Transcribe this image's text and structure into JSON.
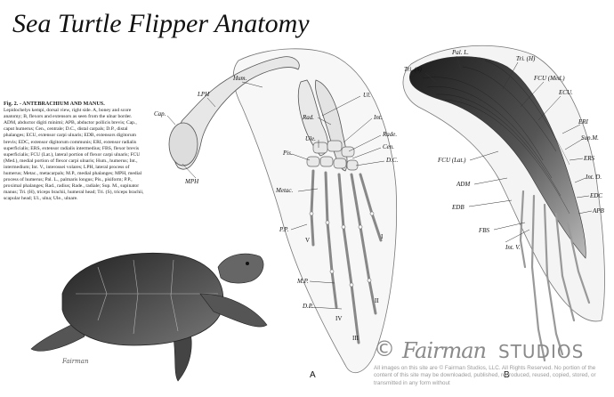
{
  "title": "Sea Turtle Flipper Anatomy",
  "caption": {
    "heading": "Fig. 2. - ANTEBRACHIUM AND MANUS.",
    "body": "Lepidochelys kempi, dorsal view, right side. A, boney and score anatomy; B, flexors and extensors as seen from the ulnar border. ADM, abductor digiti minimi; APB, abductor pollicis brevis; Cap., caput humerus; Cen., centrale; D.C., distal carpals; D.P., distal phalanges; ECU, extensor carpi ulnaris; EDB, extensors digitorum brevis; EDC, extensor digitorum communis; ERI, extensor radialis superficialis; ERS, extensor radialis intermedius; FBS, flexor brevis superficialis; FCU (Lat.), lateral portion of flexor carpi ulnaris; FCU (Med.), medial portion of flexor carpi ulnaris; Hum., humerus; Int., intermedium; Int. V., interossei volares; LPH, lateral process of humerus; Metac., metacarpals; M.P., medial phalanges; MPH, medial process of humerus; Pal. L., palmaris longus; Pis., pisiform; P.P., proximal phalanges; Rad., radius; Rade., radiale; Sup. M., supinator manus; Tri. (H), triceps brachii, humeral head; Tri. (S), triceps brachii, scapular head; Ul., ulna; Ule., ulnare."
  },
  "panel_a": {
    "letter": "A",
    "labels": {
      "hum": "Hum.",
      "lph": "LPH",
      "cap": "Cap.",
      "mph": "MPH",
      "ul": "Ul.",
      "rad": "Rad.",
      "int": "Int.",
      "ule": "Ule.",
      "rade": "Rade.",
      "cen": "Cen.",
      "pis": "Pis.",
      "dc": "D.C.",
      "metac": "Metac.",
      "pp": "P.P.",
      "mp": "M.P.",
      "dp": "D.P.",
      "n1": "I",
      "n2": "II",
      "n3": "III",
      "n4": "IV",
      "n5": "V"
    }
  },
  "panel_b": {
    "letter": "B",
    "labels": {
      "pall": "Pal. L.",
      "tris": "Tri. (S)",
      "trih": "Tri. (H)",
      "fcumed": "FCU (Med.)",
      "ecu": "ECU.",
      "eri": "ERI",
      "supm": "Sup.M.",
      "ers": "ERS",
      "fculat": "FCU (Lat.)",
      "intd": "Int. D.",
      "adm": "ADM",
      "edc": "EDC",
      "edb": "EDB",
      "apb": "APB",
      "fbs": "FBS",
      "intv": "Int. V."
    }
  },
  "turtle": {
    "signature": "Fairman"
  },
  "watermark": {
    "symbol": "©",
    "script": "Fairman",
    "studios": "STUDIOS",
    "copyright": "All images on this site are © Fairman Studios, LLC. All Rights Reserved. No portion of the content of this site may be downloaded, published, reproduced, reused, copied, stored, or transmitted in any form without"
  },
  "colors": {
    "ink": "#111111",
    "muscle_dark": "#2a2a2a",
    "watermark": "#8a8a8a"
  }
}
